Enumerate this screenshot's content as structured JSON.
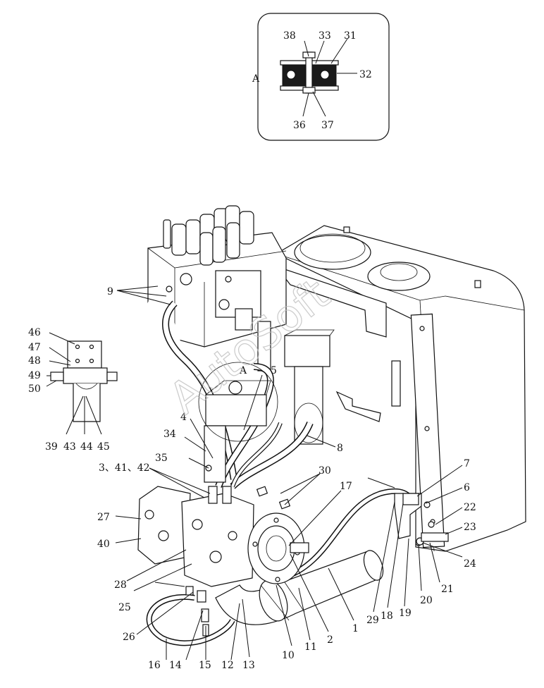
{
  "inset": {
    "view_letter": "A",
    "callouts": [
      "38",
      "33",
      "31",
      "32",
      "36",
      "37"
    ]
  },
  "detail": {
    "callouts": [
      "46",
      "47",
      "48",
      "49",
      "50",
      "39",
      "43",
      "44",
      "45"
    ]
  },
  "main": {
    "callouts": [
      "9",
      "5",
      "4",
      "34",
      "35",
      "3、41、42",
      "30",
      "17",
      "7",
      "6",
      "8",
      "22",
      "23",
      "24",
      "27",
      "40",
      "28",
      "25",
      "26",
      "16",
      "14",
      "15",
      "12",
      "13",
      "10",
      "11",
      "2",
      "1",
      "29",
      "18",
      "19",
      "20",
      "21"
    ],
    "section_mark": "A"
  },
  "watermark": "AutoSoft"
}
